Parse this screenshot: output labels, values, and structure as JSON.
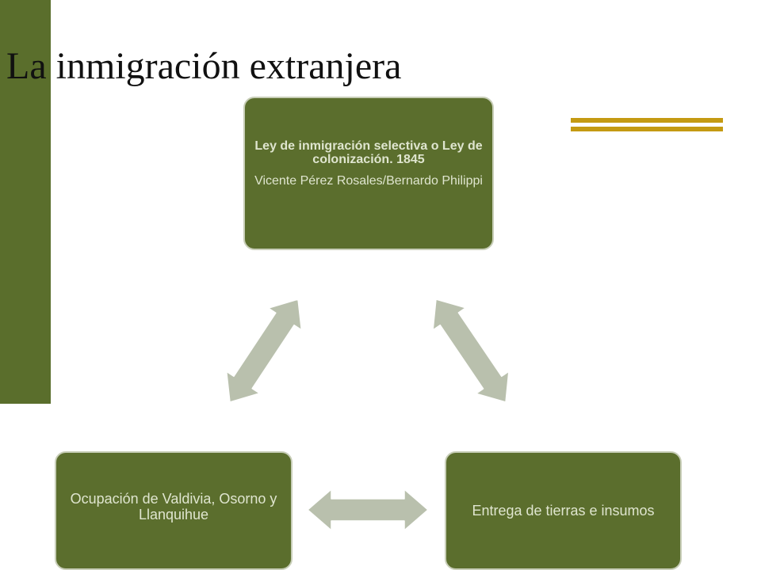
{
  "slide": {
    "title": "La inmigración extranjera"
  },
  "diagram": {
    "top_box": {
      "title": "Ley de inmigración selectiva  o Ley de colonización. 1845",
      "subtitle": "Vicente Pérez Rosales/Bernardo Philippi"
    },
    "left_box": {
      "text": "Ocupación  de Valdivia, Osorno y Llanquihue"
    },
    "right_box": {
      "text": "Entrega de tierras e insumos"
    },
    "colors": {
      "box_fill": "#5b6e2d",
      "box_text": "#dfe5cf",
      "arrow_fill": "#b9c0ad",
      "side_bar": "#5a6e2c",
      "accent_lines": "#c49a12"
    }
  }
}
